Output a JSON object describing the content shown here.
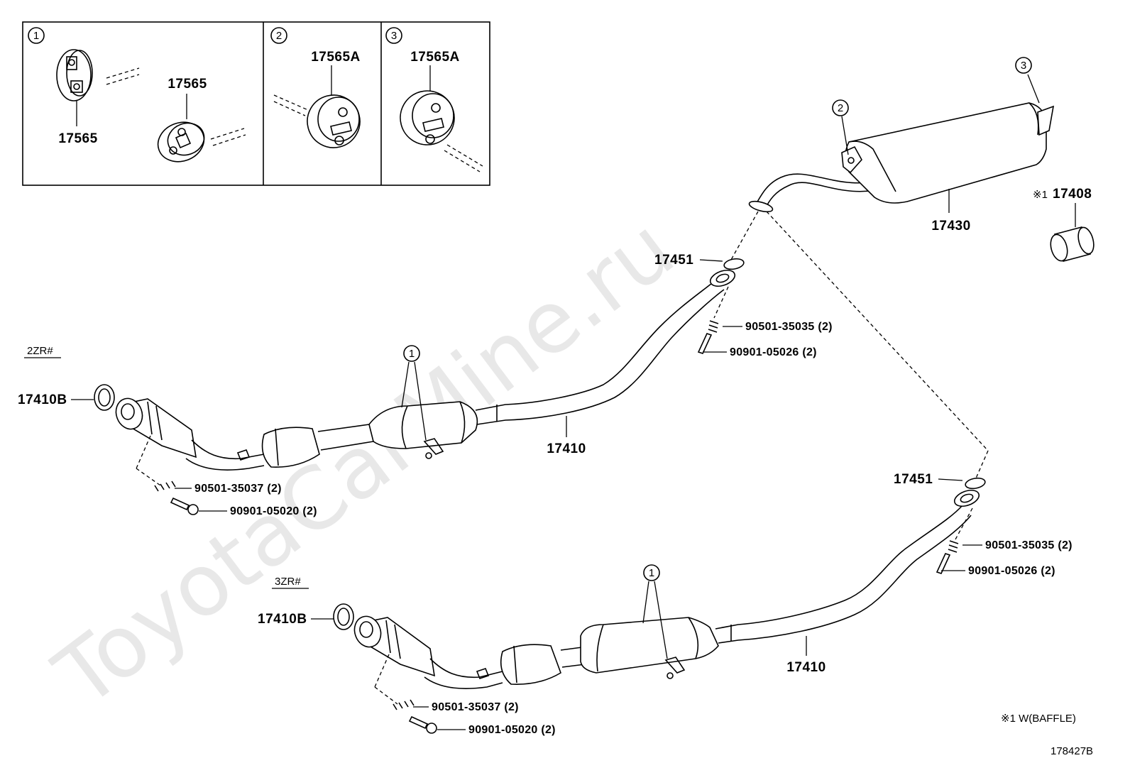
{
  "watermark": "ToyotaCarMine.ru",
  "insets": [
    {
      "marker": "1",
      "labels": [
        "17565",
        "17565"
      ]
    },
    {
      "marker": "2",
      "labels": [
        "17565A"
      ]
    },
    {
      "marker": "3",
      "labels": [
        "17565A"
      ]
    }
  ],
  "rear": {
    "marker_2": "2",
    "marker_3": "3",
    "muffler": "17430",
    "tip_prefix": "※1",
    "tip": "17408"
  },
  "upper": {
    "engine": "2ZR#",
    "gasket_front": "17410B",
    "hanger_marker": "1",
    "pipe": "17410",
    "gasket_rear": "17451",
    "spring_rear": "90501-35035 (2)",
    "bolt_rear": "90901-05026 (2)",
    "spring_front": "90501-35037 (2)",
    "bolt_front": "90901-05020 (2)"
  },
  "lower": {
    "engine": "3ZR#",
    "gasket_front": "17410B",
    "hanger_marker": "1",
    "pipe": "17410",
    "gasket_rear": "17451",
    "spring_rear": "90501-35035 (2)",
    "bolt_rear": "90901-05026 (2)",
    "spring_front": "90501-35037 (2)",
    "bolt_front": "90901-05020 (2)"
  },
  "footnote": "※1   W(BAFFLE)",
  "figure_id": "178427B"
}
